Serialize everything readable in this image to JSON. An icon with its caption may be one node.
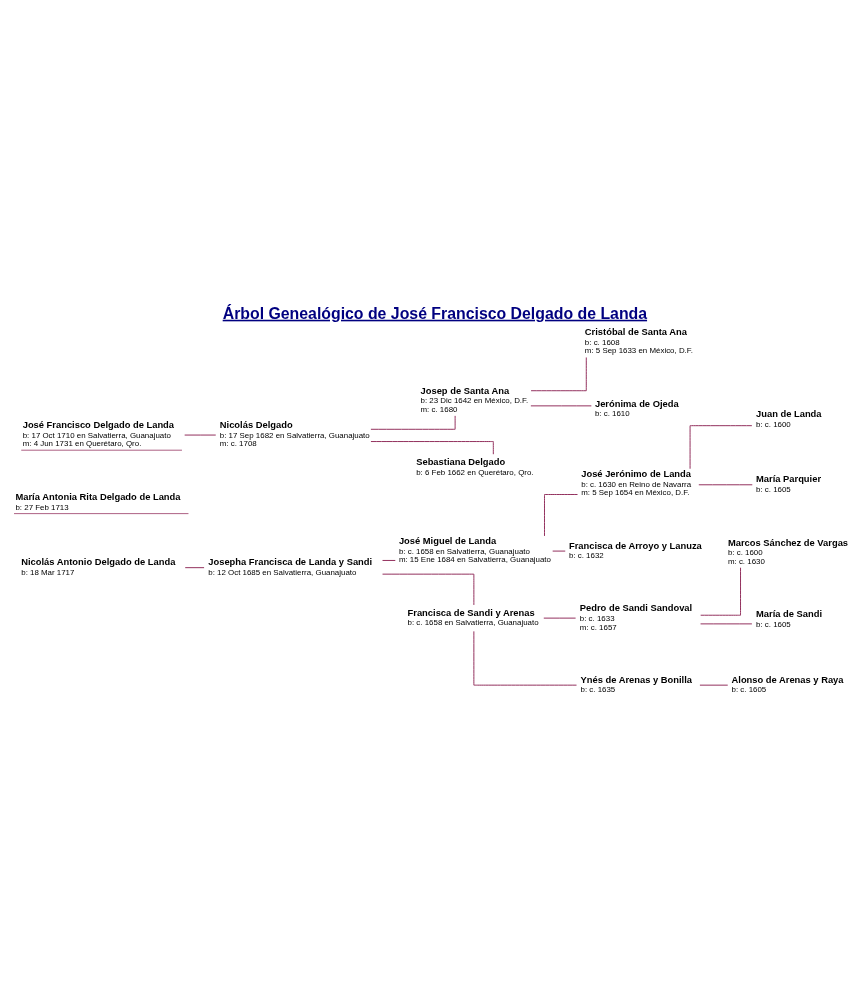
{
  "diagram": {
    "title": "Árbol Genealógico de José Francisco Delgado de Landa",
    "nodes": [
      {
        "text": [
          "Cristóbal de Santa Ana",
          "b: c. 1608",
          "m: 5 Sep 1633 en México, D.F."
        ]
      },
      {
        "text": [
          "Josep de Santa Ana",
          "b: 23 Dic 1642 en México, D.F.",
          "m: c. 1680"
        ]
      },
      {
        "text": [
          "Jerónima de Ojeda",
          "b: c. 1610"
        ]
      },
      {
        "text": [
          "Nicolás Delgado",
          "b: 17 Sep 1682 en Salvatierra, Guanajuato",
          "m: c. 1708"
        ]
      },
      {
        "text": [
          "Sebastiana Delgado",
          "b: 6 Feb 1662 en Querétaro, Qro."
        ]
      },
      {
        "text": [
          "Juan de Landa",
          "b: c. 1600"
        ]
      },
      {
        "text": [
          "José Francisco Delgado de Landa",
          "b: 17 Oct 1710 en Salvatierra, Guanajuato",
          "m: 4 Jun 1731 en Querétaro, Qro."
        ]
      },
      {
        "text": [
          "José Jerónimo de Landa",
          "b: c. 1630 en Reino de Navarra",
          "m: 5 Sep 1654 en México, D.F."
        ]
      },
      {
        "text": [
          "María Antonia Rita Delgado de Landa",
          "b: 27 Feb 1713"
        ]
      },
      {
        "text": [
          "Nicolás Antonio Delgado de Landa",
          "b: 18 Mar 1717"
        ]
      },
      {
        "text": [
          "María Parquier",
          "b: c. 1605"
        ]
      },
      {
        "text": [
          "José Miguel de Landa",
          "b: c. 1658 en Salvatierra, Guanajuato",
          "m: 15 Ene 1684 en Salvatierra, Guanajuato"
        ]
      },
      {
        "text": [
          "Francisca de Arroyo y Lanuza",
          "b: c. 1632"
        ]
      },
      {
        "text": [
          "Marcos Sánchez de Vargas",
          "b: c. 1600",
          "m: c. 1630"
        ]
      },
      {
        "text": [
          "Josepha Francisca de Landa y Sandi",
          "b: 12 Oct 1685 en Salvatierra, Guanajuato"
        ]
      },
      {
        "text": [
          "Pedro de Sandi Sandoval",
          "b: c. 1633",
          "m: c. 1657"
        ]
      },
      {
        "text": [
          "María de Sandi",
          "b: c. 1605"
        ]
      },
      {
        "text": [
          "Francisca de Sandi y Arenas",
          "b: c. 1658 en Salvatierra, Guanajuato"
        ]
      },
      {
        "text": [
          "Alonso de Arenas y Raya",
          "b: c. 1605"
        ]
      },
      {
        "text": [
          "Ynés de Arenas y Bonilla",
          "b: c. 1635"
        ]
      }
    ],
    "edges": [
      {
        "from": 1,
        "to": 0,
        "arrow": "none"
      },
      {
        "from": 1,
        "to": 2,
        "arrow": "none"
      },
      {
        "from": 3,
        "to": 1,
        "arrow": "none"
      },
      {
        "from": 3,
        "to": 4,
        "arrow": "none"
      },
      {
        "from": 6,
        "to": 3,
        "arrow": "none"
      },
      {
        "from": 7,
        "to": 5,
        "arrow": "none"
      },
      {
        "from": 7,
        "to": 10,
        "arrow": "none"
      },
      {
        "from": 11,
        "to": 7,
        "arrow": "none"
      },
      {
        "from": 11,
        "to": 12,
        "arrow": "none"
      },
      {
        "from": 9,
        "to": 14,
        "arrow": "none"
      },
      {
        "from": 14,
        "to": 11,
        "arrow": "none"
      },
      {
        "from": 14,
        "to": 17,
        "arrow": "none"
      },
      {
        "from": 15,
        "to": 13,
        "arrow": "none"
      },
      {
        "from": 15,
        "to": 16,
        "arrow": "none"
      },
      {
        "from": 17,
        "to": 15,
        "arrow": "none"
      },
      {
        "from": 17,
        "to": 19,
        "arrow": "none"
      },
      {
        "from": 19,
        "to": 18,
        "arrow": "none"
      }
    ]
  }
}
